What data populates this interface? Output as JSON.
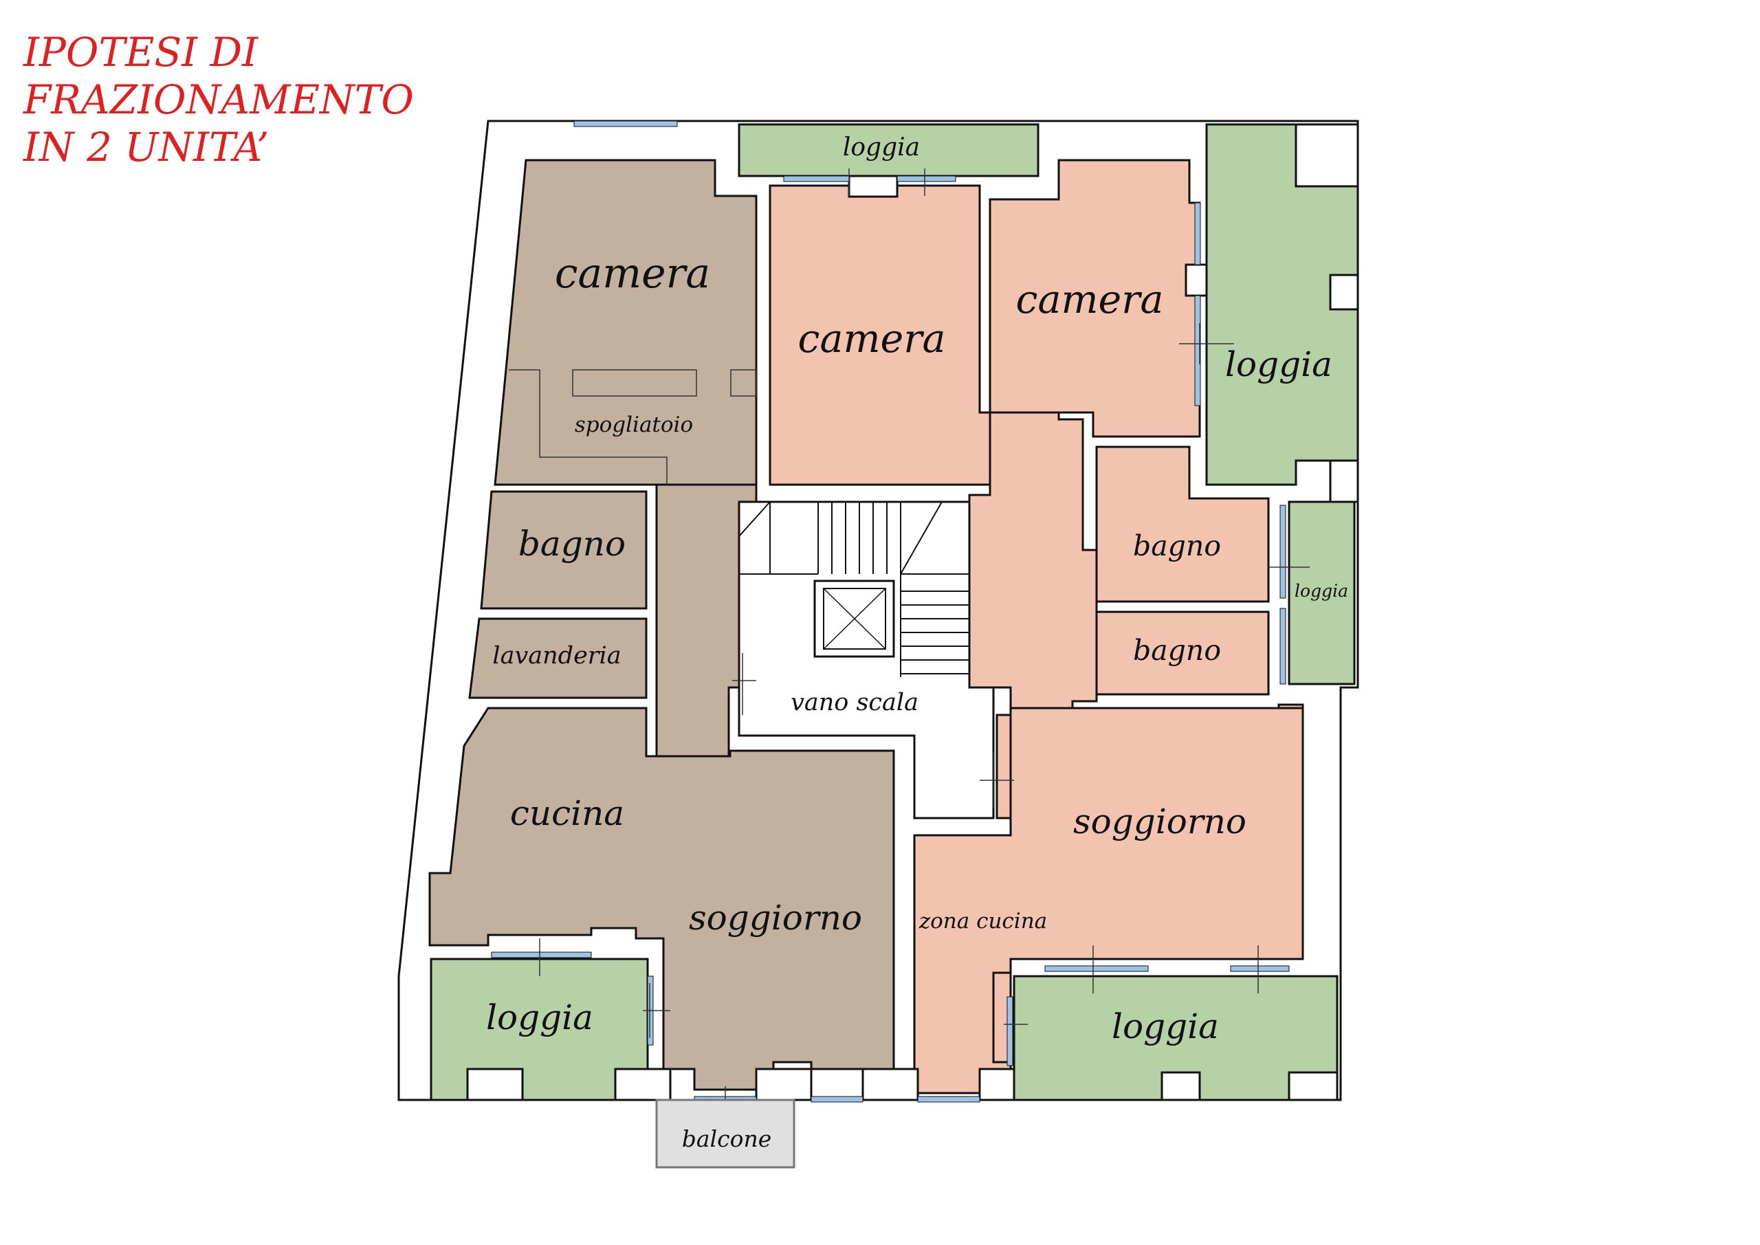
{
  "title": {
    "line1": "IPOTESI DI",
    "line2": "FRAZIONAMENTO",
    "line3": "IN 2 UNITA’"
  },
  "colors": {
    "title": "#e02020",
    "unit_a": "#c2b19e",
    "unit_b": "#f2c3af",
    "loggia": "#b7d1a7",
    "window": "#9dc3e6",
    "wall": "#ffffff",
    "stair": "#ffffff",
    "balcone": "#e0e0e0"
  },
  "rooms": {
    "camera_left": "camera",
    "spogliatoio": "spogliatoio",
    "bagno_left": "bagno",
    "lavanderia": "lavanderia",
    "cucina": "cucina",
    "soggiorno_left": "soggiorno",
    "loggia_left": "loggia",
    "balcone": "balcone",
    "vano_scala": "vano scala",
    "loggia_top": "loggia",
    "camera_mid": "camera",
    "camera_right": "camera",
    "loggia_right_top": "loggia",
    "bagno_right_1": "bagno",
    "bagno_right_2": "bagno",
    "loggia_right_small": "loggia",
    "soggiorno_right": "soggiorno",
    "zona_cucina": "zona cucina",
    "loggia_bottom_right": "loggia"
  }
}
